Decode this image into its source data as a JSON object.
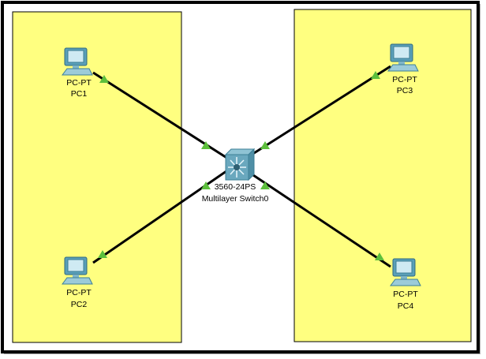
{
  "colors": {
    "area": "#ffff80",
    "link": "#000000",
    "port": "#5cbf3c"
  },
  "devices": {
    "pc1": {
      "model": "PC-PT",
      "name": "PC1"
    },
    "pc2": {
      "model": "PC-PT",
      "name": "PC2"
    },
    "pc3": {
      "model": "PC-PT",
      "name": "PC3"
    },
    "pc4": {
      "model": "PC-PT",
      "name": "PC4"
    },
    "switch0": {
      "model": "3560-24PS",
      "name": "Multilayer Switch0"
    }
  }
}
